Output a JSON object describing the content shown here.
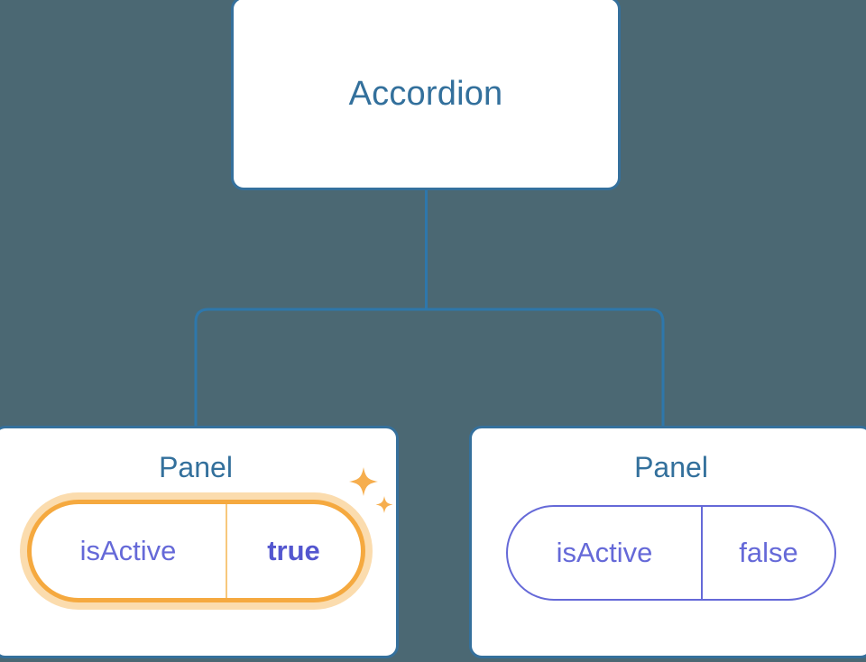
{
  "diagram": {
    "type": "component-tree",
    "background_color": "#4b6873",
    "connector_color": "#2e77ab",
    "root": {
      "label": "Accordion"
    },
    "nodes": [
      {
        "label": "Panel",
        "highlighted": true,
        "sparkle_icon": "sparkles-icon",
        "prop": {
          "key": "isActive",
          "value": "true"
        },
        "accent_color": "#f5a93f",
        "glow_color": "#fbdcae",
        "value_color": "#5356cf"
      },
      {
        "label": "Panel",
        "highlighted": false,
        "prop": {
          "key": "isActive",
          "value": "false"
        },
        "accent_color": "#6569d8",
        "value_color": "#6569d8"
      }
    ],
    "card_border_color": "#35709c",
    "title_color": "#33709c"
  }
}
